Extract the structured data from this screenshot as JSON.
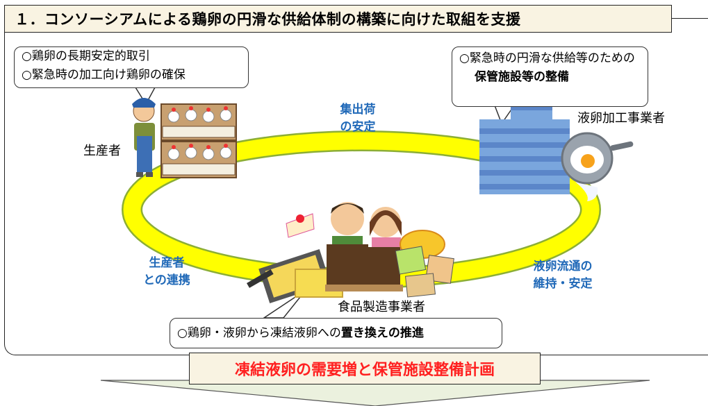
{
  "title": "１．コンソーシアムによる鶏卵の円滑な供給体制の構築に向けた取組を支援",
  "producer_box": {
    "line1": "○鶏卵の長期安定的取引",
    "line2": "○緊急時の加工向け鶏卵の確保"
  },
  "processor_box": {
    "line1": "○緊急時の円滑な供給等のための",
    "line2_bold": "保管施設等の整備"
  },
  "food_box": {
    "prefix": "○鶏卵・液卵から凍結液卵への",
    "bold": "置き換えの推進"
  },
  "actors": {
    "producer": "生産者",
    "processor": "液卵加工事業者",
    "food_maker": "食品製造事業者"
  },
  "links": {
    "top": [
      "集出荷",
      "の安定"
    ],
    "left": [
      "生産者",
      "との連携"
    ],
    "right": [
      "液卵流通の",
      "維持・安定"
    ]
  },
  "bottom_label": "凍結液卵の需要増と保管施設整備計画",
  "colors": {
    "title_bg": "#f9f3e2",
    "ring": "#ffff00",
    "ring_border": "#8cae35",
    "link_text": "#2069b8",
    "bottom_text": "#ff2020",
    "arrow_fill": "#ebf1de"
  }
}
